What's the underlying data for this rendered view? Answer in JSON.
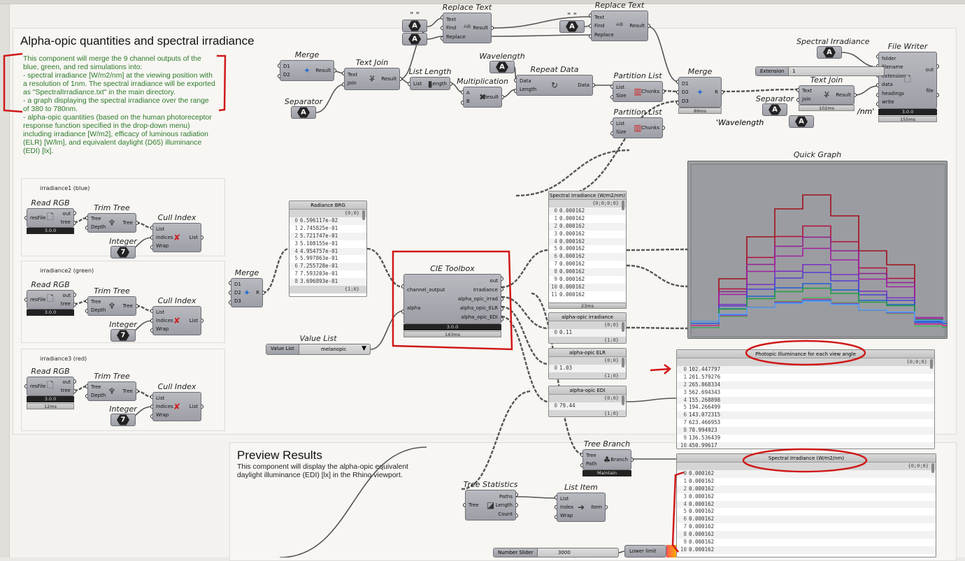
{
  "header": {
    "title": "Alpha-opic quantities and spectral irradiance",
    "description": "This component will merge the 9 channel outputs of the\nblue, green, and red simulations into:\n- spectral irradiance [W/m2/nm] at the viewing position with\na resolution of 1nm. The spectral irradiance will be exported\nas \"SpectralIrradiance.txt\" in the main directory.\n- a graph displaying the spectral irradiance over the range\nof 380 to 780nm.\n- alpha-opic quantities (based on the human photoreceptor\nresponse function specified in the drop-down menu)\nincluding irradiance [W/m2], efficacy of luminous radiation\n(ELR) [W/lm], and equivalent daylight (D65) illuminance\n(EDI) [lx]."
  },
  "preview": {
    "title": "Preview Results",
    "description": "This component will display the alpha-opic equivalent\ndaylight illuminance (EDI) [lx] in the Rhino viewport."
  },
  "groups": [
    "irradiance1 (blue)",
    "irradiance2 (green)",
    "irradiance3 (red)"
  ],
  "components": [
    {
      "id": "merge1",
      "title": "Merge",
      "inputs": [
        "D1",
        "D2"
      ],
      "outputs": [
        "Result"
      ],
      "icon": "merge-icon",
      "glyph": "✦"
    },
    {
      "id": "textjoin1",
      "title": "Text Join",
      "inputs": [
        "Text",
        "Join"
      ],
      "outputs": [
        "Result"
      ],
      "icon": "text-join-icon",
      "glyph": "ቖ"
    },
    {
      "id": "replace1",
      "title": "Replace Text",
      "inputs": [
        "Text",
        "Find",
        "Replace"
      ],
      "outputs": [
        "Result"
      ],
      "icon": "replace-text-icon",
      "glyph": "ᴬᴮ"
    },
    {
      "id": "replace2",
      "title": "Replace Text",
      "inputs": [
        "Text",
        "Find",
        "Replace"
      ],
      "outputs": [
        "Result"
      ],
      "icon": "replace-text-icon",
      "glyph": "ᴬᴮ"
    },
    {
      "id": "listlength",
      "title": "List Length",
      "inputs": [
        "List"
      ],
      "outputs": [
        "Length"
      ],
      "icon": "list-length-icon",
      "glyph": "▮"
    },
    {
      "id": "mult",
      "title": "Multiplication",
      "inputs": [
        "A",
        "B"
      ],
      "outputs": [
        "Result"
      ],
      "icon": "multiply-icon",
      "glyph": "✖"
    },
    {
      "id": "repeat",
      "title": "Repeat Data",
      "inputs": [
        "Data",
        "Length"
      ],
      "outputs": [
        "Data"
      ],
      "icon": "repeat-data-icon",
      "glyph": "↻"
    },
    {
      "id": "part1",
      "title": "Partition List",
      "inputs": [
        "List",
        "Size"
      ],
      "outputs": [
        "Chunks"
      ],
      "icon": "partition-icon",
      "glyph": "▥"
    },
    {
      "id": "part2",
      "title": "Partition List",
      "inputs": [
        "List",
        "Size"
      ],
      "outputs": [
        "Chunks"
      ],
      "icon": "partition-icon",
      "glyph": "▥"
    },
    {
      "id": "merge2",
      "title": "Merge",
      "inputs": [
        "D1",
        "D2",
        "D3"
      ],
      "outputs": [
        "R"
      ],
      "icon": "merge-icon",
      "glyph": "✦",
      "time": "89ms"
    },
    {
      "id": "textjoin2",
      "title": "Text Join",
      "inputs": [
        "Text",
        "Join"
      ],
      "outputs": [
        "Result"
      ],
      "icon": "text-join-icon",
      "glyph": "ቖ",
      "time": "102ms"
    },
    {
      "id": "filewriter",
      "title": "File Writer",
      "inputs": [
        "folder",
        "filename",
        "extension",
        "data",
        "headings",
        "write"
      ],
      "outputs": [
        "out",
        "file"
      ],
      "icon": "file-icon",
      "glyph": "🗋",
      "version": "3.0.0",
      "time": "155ms"
    },
    {
      "id": "rgb1",
      "title": "Read RGB",
      "inputs": [
        "resFile"
      ],
      "outputs": [
        "out",
        "tree"
      ],
      "icon": "file-icon",
      "glyph": "🗋",
      "version": "3.0.0"
    },
    {
      "id": "trim1",
      "title": "Trim Tree",
      "inputs": [
        "Tree",
        "Depth"
      ],
      "outputs": [
        "Tree"
      ],
      "icon": "tree-icon",
      "glyph": "♆"
    },
    {
      "id": "cull1",
      "title": "Cull Index",
      "inputs": [
        "List",
        "Indices",
        "Wrap"
      ],
      "outputs": [
        "List"
      ],
      "icon": "cull-icon",
      "glyph": "✘"
    },
    {
      "id": "rgb2",
      "title": "Read RGB",
      "inputs": [
        "resFile"
      ],
      "outputs": [
        "out",
        "tree"
      ],
      "icon": "file-icon",
      "glyph": "🗋",
      "version": "3.0.0"
    },
    {
      "id": "trim2",
      "title": "Trim Tree",
      "inputs": [
        "Tree",
        "Depth"
      ],
      "outputs": [
        "Tree"
      ],
      "icon": "tree-icon",
      "glyph": "♆"
    },
    {
      "id": "cull2",
      "title": "Cull Index",
      "inputs": [
        "List",
        "Indices",
        "Wrap"
      ],
      "outputs": [
        "List"
      ],
      "icon": "cull-icon",
      "glyph": "✘"
    },
    {
      "id": "rgb3",
      "title": "Read RGB",
      "inputs": [
        "resFile"
      ],
      "outputs": [
        "out",
        "tree"
      ],
      "icon": "file-icon",
      "glyph": "🗋",
      "version": "3.0.0",
      "time": "12ms"
    },
    {
      "id": "trim3",
      "title": "Trim Tree",
      "inputs": [
        "Tree",
        "Depth"
      ],
      "outputs": [
        "Tree"
      ],
      "icon": "tree-icon",
      "glyph": "♆"
    },
    {
      "id": "cull3",
      "title": "Cull Index",
      "inputs": [
        "List",
        "Indices",
        "Wrap"
      ],
      "outputs": [
        "List"
      ],
      "icon": "cull-icon",
      "glyph": "✘"
    },
    {
      "id": "merge3",
      "title": "Merge",
      "inputs": [
        "D1",
        "D2",
        "D3"
      ],
      "outputs": [
        "R"
      ],
      "icon": "merge-icon",
      "glyph": "✦"
    },
    {
      "id": "cie",
      "title": "CIE Toolbox",
      "inputs": [
        "channel_output",
        "alpha"
      ],
      "outputs": [
        "out",
        "Irradiance",
        "alpha_opic_irrad",
        "alpha_opic_ELR",
        "alpha_opic_EDI"
      ],
      "icon": "cie-icon",
      "glyph": "",
      "version": "3.0.0",
      "time": "143ms"
    },
    {
      "id": "treebranch",
      "title": "Tree Branch",
      "inputs": [
        "Tree",
        "Path"
      ],
      "outputs": [
        "Branch"
      ],
      "icon": "tree-branch-icon",
      "glyph": "♣",
      "version": "Maintain"
    },
    {
      "id": "treestats",
      "title": "Tree Statistics",
      "inputs": [
        "Tree"
      ],
      "outputs": [
        "Paths",
        "Length",
        "Count"
      ],
      "icon": "tree-statistics-icon",
      "glyph": "◪"
    },
    {
      "id": "listitem",
      "title": "List Item",
      "inputs": [
        "List",
        "Index",
        "Wrap"
      ],
      "outputs": [
        "Item"
      ],
      "icon": "list-item-icon",
      "glyph": "➜"
    }
  ],
  "params": [
    {
      "id": "sep1",
      "title": "Separator",
      "glyph": "A"
    },
    {
      "id": "txtA1",
      "title": "\" \"",
      "glyph": "A"
    },
    {
      "id": "txtA2",
      "title": "",
      "glyph": "A"
    },
    {
      "id": "txtA3",
      "title": "\" \"",
      "glyph": "A"
    },
    {
      "id": "wave",
      "title": "Wavelength",
      "glyph": "A"
    },
    {
      "id": "specparam",
      "title": "Spectral Irradiance",
      "glyph": "A"
    },
    {
      "id": "sep2",
      "title": "Separator",
      "glyph": "A"
    },
    {
      "id": "txtA4",
      "title": "",
      "glyph": "A"
    },
    {
      "id": "int1",
      "title": "Integer",
      "glyph": "7"
    },
    {
      "id": "int2",
      "title": "Integer",
      "glyph": "7"
    },
    {
      "id": "int3",
      "title": "Integer",
      "glyph": "7"
    }
  ],
  "wavelength_text": "'Wavelength",
  "wavelength_text_end": "/nm'",
  "sliders": {
    "extension": {
      "label": "Extension",
      "value": "1"
    },
    "number": {
      "label": "Number Slider",
      "value": "3000"
    },
    "valuelist": {
      "label": "Value List",
      "value": "melanopic"
    }
  },
  "lower_limit": "Lower limit",
  "panels": {
    "radiance": {
      "title": "Radiance BRG",
      "path": "{0;0}",
      "rows": [
        "6.596117e-02",
        "2.745825e-01",
        "5.721747e-01",
        "5.108155e-01",
        "4.954757e-01",
        "5.997863e-01",
        "7.255728e-01",
        "7.593203e-01",
        "3.696893e-01"
      ],
      "path2": "{1;0}"
    },
    "spectral": {
      "title": "Spectral Irradiance (W/m2/nm)",
      "path": "{0;0;0;0}",
      "rows": [
        "0.000162",
        "0.000162",
        "0.000162",
        "0.000162",
        "0.000162",
        "0.000162",
        "0.000162",
        "0.000162",
        "0.000162",
        "0.000162",
        "0.000162",
        "0.000162"
      ],
      "time": "23ms"
    },
    "irrad": {
      "title": "alpha-opic irradiance",
      "path": "{0;0}",
      "rows": [
        "0.11"
      ],
      "path2": "{1;0}"
    },
    "elr": {
      "title": "alpha-opic ELR",
      "path": "{0;0}",
      "rows": [
        "1.03"
      ],
      "path2": "{1;0}"
    },
    "edi": {
      "title": "alpha-opic EDI",
      "path": "{0;0}",
      "rows": [
        "79.44"
      ],
      "path2": "{1;0}"
    },
    "photopic": {
      "title": "Photopic Illuminance for each view angle",
      "path": "{0;0;0}",
      "rows": [
        "102.447797",
        "201.579276",
        "265.868334",
        "562.694343",
        "155.268898",
        "194.266499",
        "143.072315",
        "623.466953",
        "78.994923",
        "136.536439",
        "450.99617"
      ]
    },
    "spectral2": {
      "title": "Spectral Irradiance (W/m2/nm)",
      "path": "{0;0;0}",
      "rows": [
        "0.000162",
        "0.000162",
        "0.000162",
        "0.000162",
        "0.000162",
        "0.000162",
        "0.000162",
        "0.000162",
        "0.000162",
        "0.000162",
        "0.000162"
      ]
    }
  },
  "quickgraph": {
    "title": "Quick Graph"
  },
  "colors": {
    "annotation": "#d01818",
    "description": "#2d7a2a",
    "component": "#a9aab1"
  }
}
